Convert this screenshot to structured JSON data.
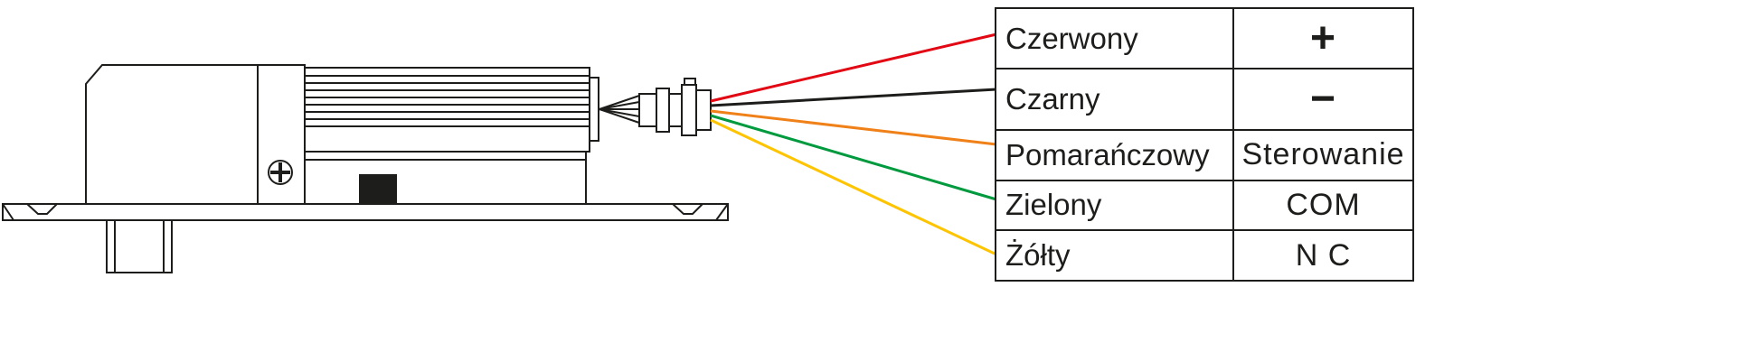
{
  "diagram": {
    "device": "electric-bolt-lock-side-view",
    "line_color": "#1d1d1b",
    "background": "#ffffff"
  },
  "wires": [
    {
      "name": "Czerwony",
      "signal": "+",
      "color": "#e30613"
    },
    {
      "name": "Czarny",
      "signal": "−",
      "color": "#1d1d1b"
    },
    {
      "name": "Pomarańczowy",
      "signal": "Sterowanie",
      "color": "#f08119"
    },
    {
      "name": "Zielony",
      "signal": "COM",
      "color": "#009a3e"
    },
    {
      "name": "Żółty",
      "signal": "N C",
      "color": "#ffc400"
    }
  ]
}
